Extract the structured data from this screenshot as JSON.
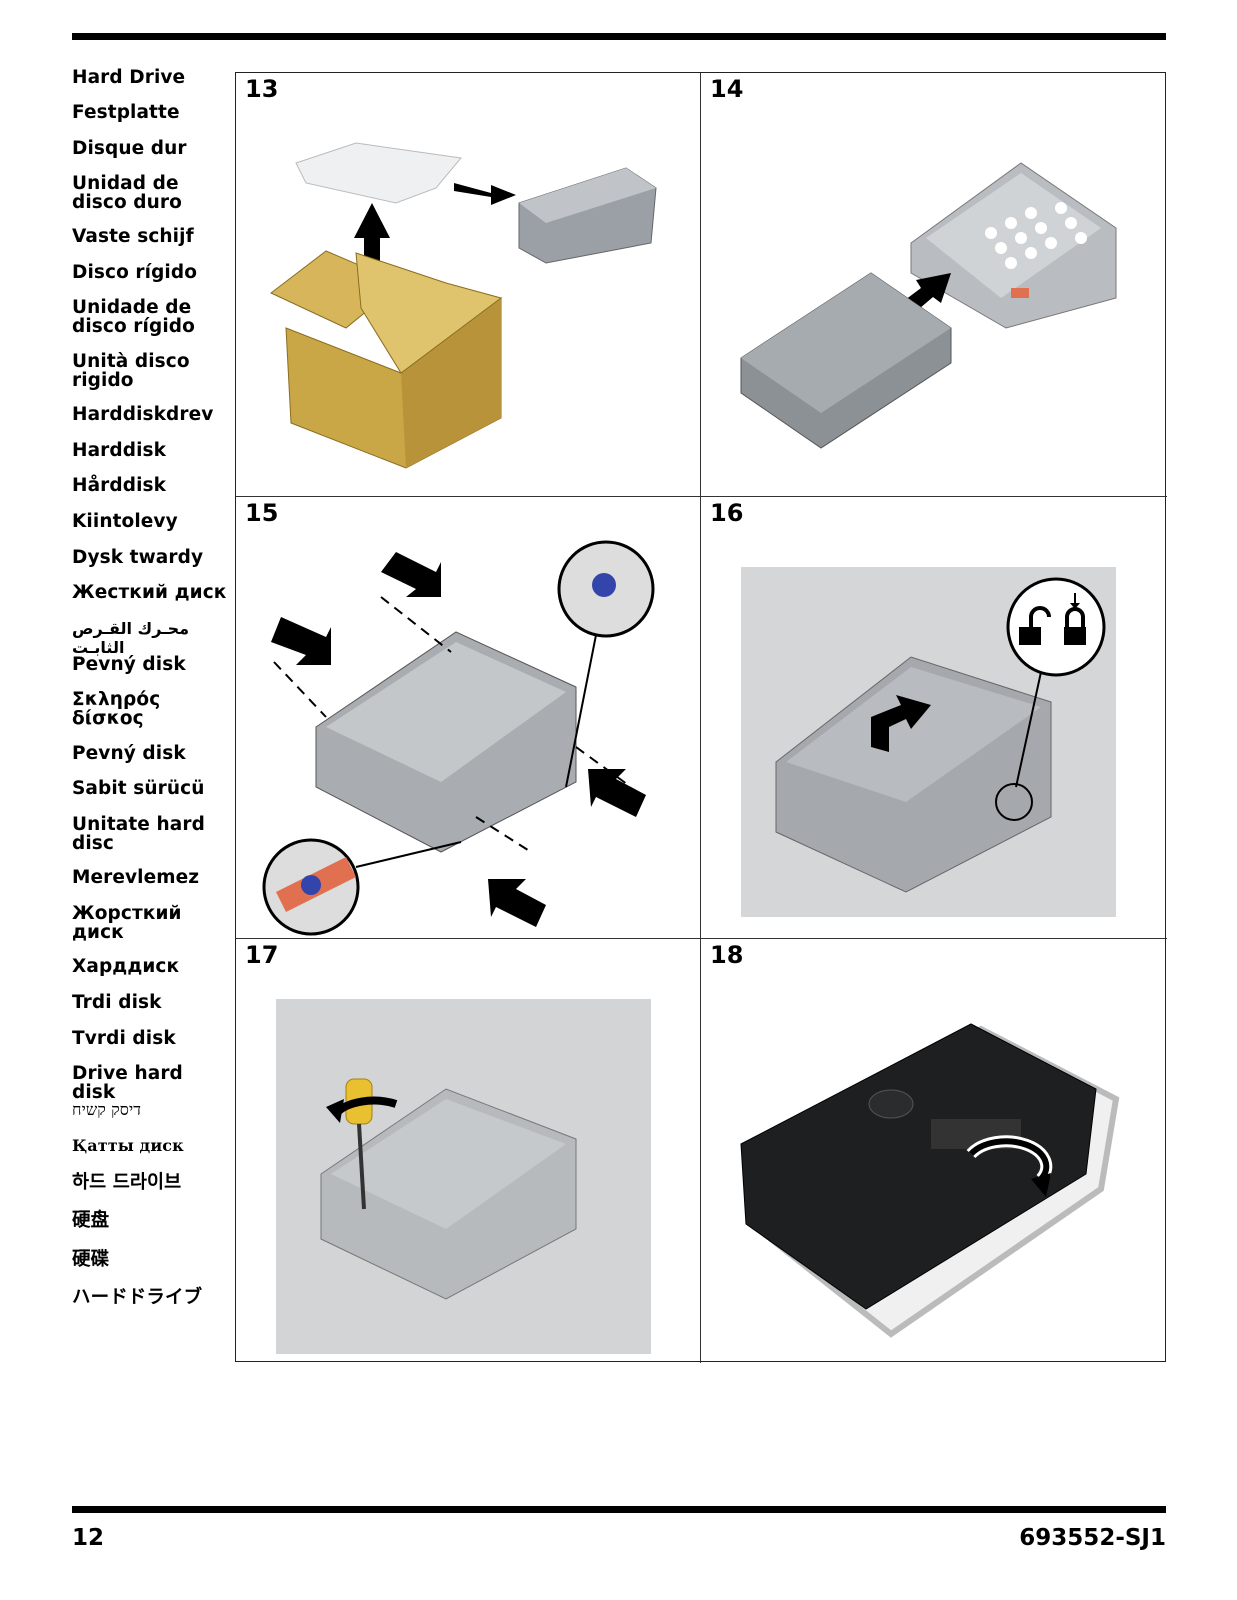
{
  "sidebar": {
    "languages": [
      "Hard Drive",
      "Festplatte",
      "Disque dur",
      "Unidad de\ndisco duro",
      "Vaste schijf",
      "Disco rígido",
      "Unidade de\ndisco rígido",
      "Unità disco\nrigido",
      "Harddiskdrev",
      "Harddisk",
      "Hårddisk",
      "Kiintolevy",
      "Dysk twardy",
      "Жесткий диск",
      "محـرك القـرص الثابـت",
      "Pevný disk",
      "Σκληρός\nδίσκος",
      "Pevný disk",
      "Sabit sürücü",
      "Unitate hard\ndisc",
      "Merevlemez",
      "Жорсткий\nдиск",
      "Харддиск",
      "Trdi disk",
      "Tvrdi disk",
      "Drive hard disk",
      "דיסק קשיח",
      "Қатты диск",
      "하드 드라이브",
      "硬盘",
      "硬碟",
      "ハードドライブ"
    ]
  },
  "steps": [
    {
      "number": "13"
    },
    {
      "number": "14"
    },
    {
      "number": "15"
    },
    {
      "number": "16"
    },
    {
      "number": "17"
    },
    {
      "number": "18"
    }
  ],
  "footer": {
    "page_number": "12",
    "doc_number": "693552-SJ1"
  }
}
